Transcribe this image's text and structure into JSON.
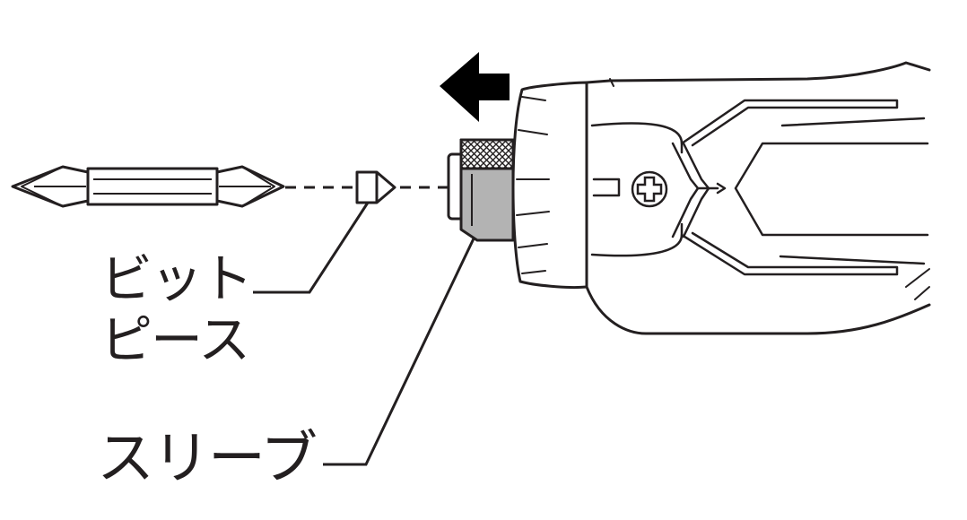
{
  "labels": {
    "bit_piece_line1": "ビット",
    "bit_piece_line2": "ピース",
    "sleeve": "スリーブ"
  },
  "colors": {
    "line": "#231f20",
    "sleeve_fill": "#b3b3b3",
    "arrow": "#000000",
    "background": "#ffffff"
  },
  "icons": {
    "direction": "arrow-left-icon",
    "screw": "phillips-screw-icon"
  }
}
